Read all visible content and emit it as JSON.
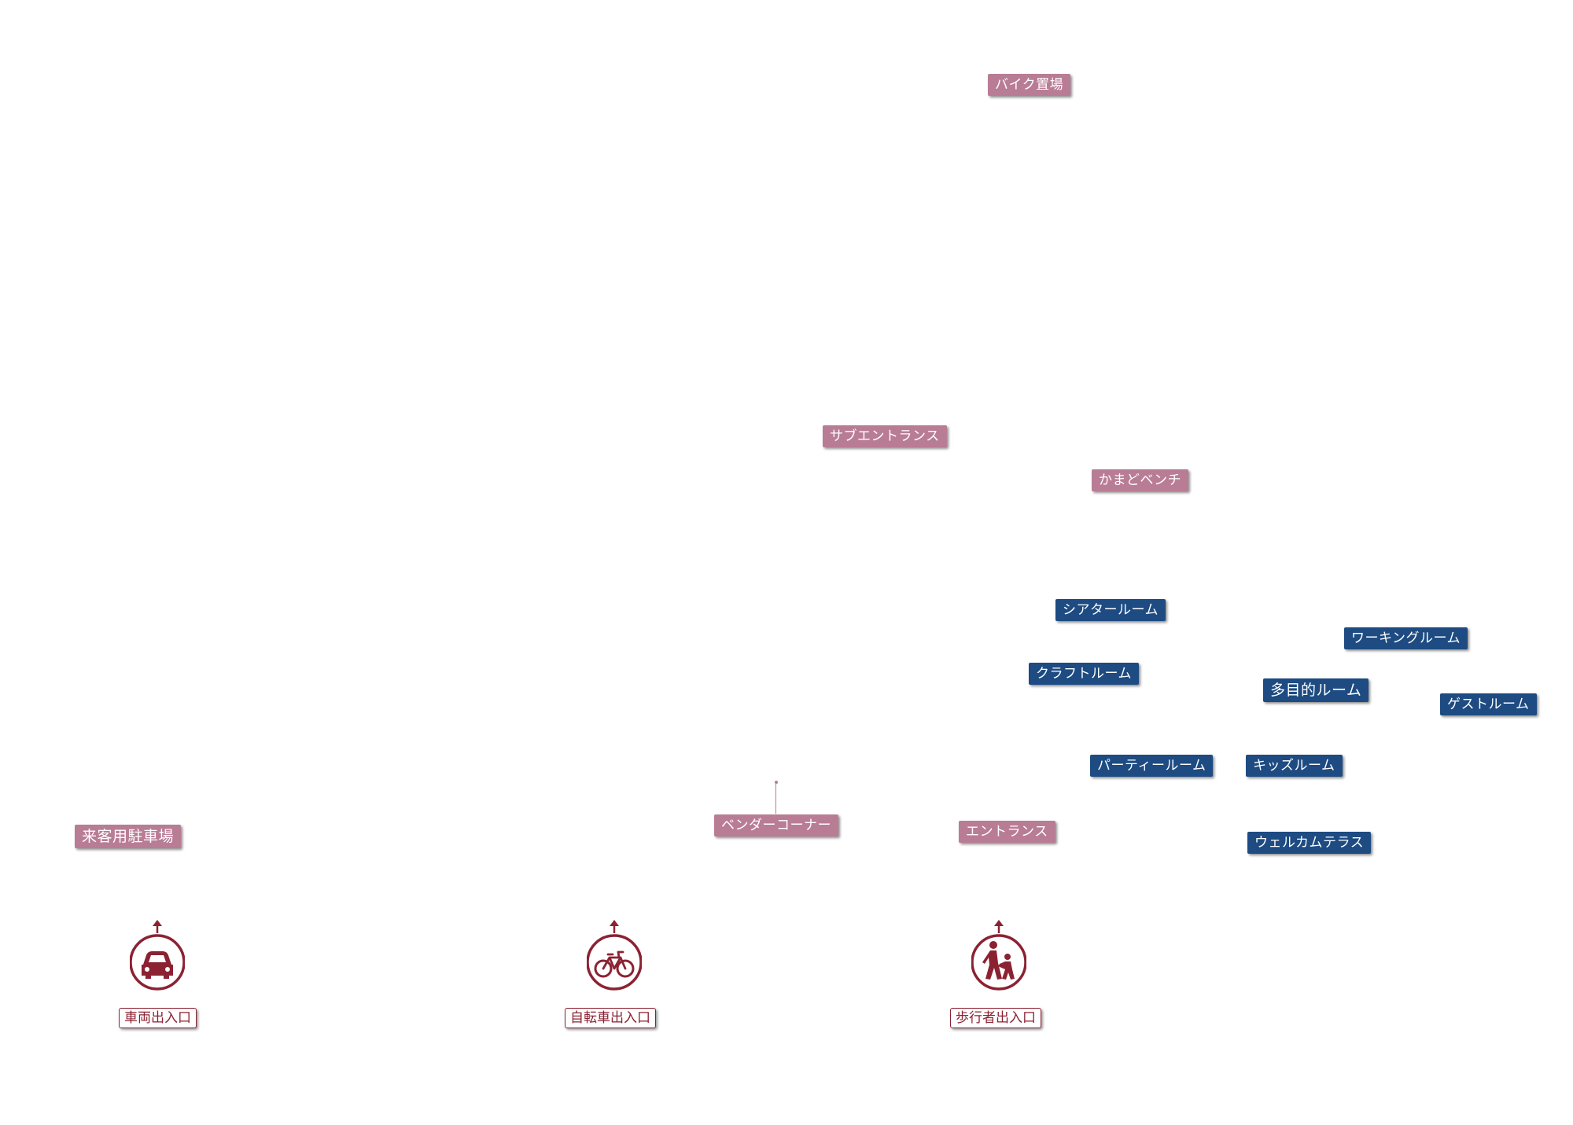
{
  "colors": {
    "facility_pink": "#b97c95",
    "room_navy": "#1d4b82",
    "gate_maroon": "#8b2232"
  },
  "facility_labels": {
    "bike_parking": "バイク置場",
    "sub_entrance": "サブエントランス",
    "kamado_bench": "かまどベンチ",
    "guest_parking": "来客用駐車場",
    "vendor_corner": "ベンダーコーナー",
    "entrance": "エントランス"
  },
  "room_labels": {
    "theater_room": "シアタールーム",
    "working_room": "ワーキングルーム",
    "craft_room": "クラフトルーム",
    "multipurpose_room": "多目的ルーム",
    "guest_room": "ゲストルーム",
    "party_room": "パーティールーム",
    "kids_room": "キッズルーム",
    "welcome_terrace": "ウェルカムテラス"
  },
  "gates": {
    "vehicle": {
      "label": "車両出入口",
      "icon": "car-icon"
    },
    "bicycle": {
      "label": "自転車出入口",
      "icon": "bicycle-icon"
    },
    "pedestrian": {
      "label": "歩行者出入口",
      "icon": "pedestrians-icon"
    }
  }
}
